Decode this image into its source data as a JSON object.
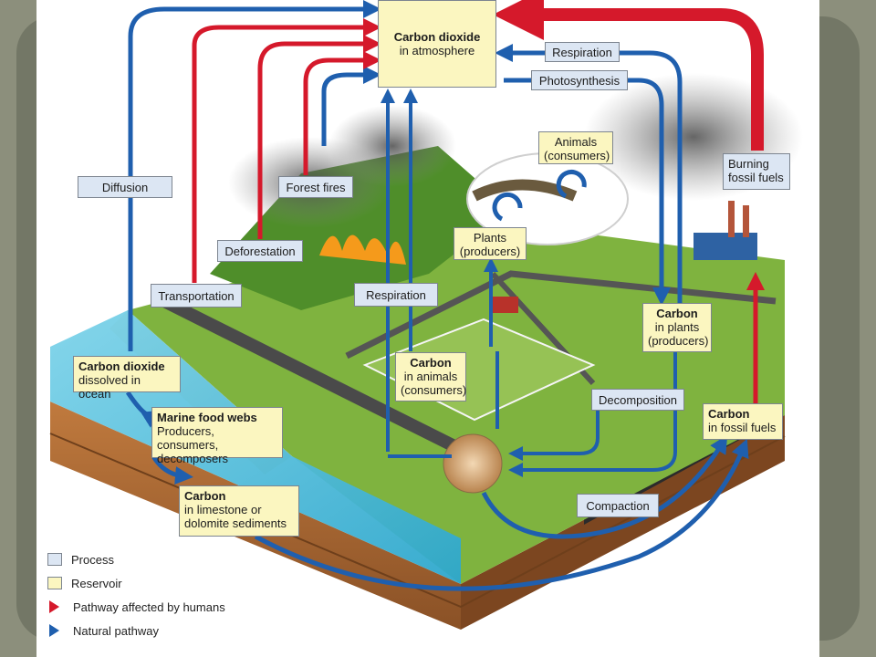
{
  "processes": {
    "respiration_top": "Respiration",
    "photosynthesis": "Photosynthesis",
    "diffusion": "Diffusion",
    "forest_fires": "Forest fires",
    "burning_fossil_fuels_line1": "Burning",
    "burning_fossil_fuels_line2": "fossil fuels",
    "deforestation": "Deforestation",
    "transportation": "Transportation",
    "respiration_lower": "Respiration",
    "decomposition": "Decomposition",
    "compaction": "Compaction"
  },
  "reservoirs": {
    "atmosphere": {
      "title": "Carbon dioxide",
      "detail": "in atmosphere"
    },
    "animals": {
      "line1": "Animals",
      "line2": "(consumers)"
    },
    "plants": {
      "line1": "Plants",
      "line2": "(producers)"
    },
    "carbon_plants": {
      "title": "Carbon",
      "line1": "in plants",
      "line2": "(producers)"
    },
    "carbon_animals": {
      "title": "Carbon",
      "line1": "in animals",
      "line2": "(consumers)"
    },
    "ocean": {
      "title": "Carbon dioxide",
      "detail": "dissolved in ocean"
    },
    "marine": {
      "title": "Marine food webs",
      "line1": "Producers, consumers,",
      "line2": "decomposers"
    },
    "fossil": {
      "title": "Carbon",
      "detail": "in fossil fuels"
    },
    "limestone": {
      "title": "Carbon",
      "line1": "in limestone or",
      "line2": "dolomite sediments"
    }
  },
  "legend": {
    "process": "Process",
    "reservoir": "Reservoir",
    "human": "Pathway affected by humans",
    "natural": "Natural pathway"
  },
  "colors": {
    "process_fill": "#dce6f3",
    "reservoir_fill": "#fbf6c0",
    "human_pathway": "#d5192b",
    "natural_pathway": "#1f5fae",
    "ocean": "#5cc3df",
    "soil": "#a86a36",
    "land": "#7fb33f"
  }
}
